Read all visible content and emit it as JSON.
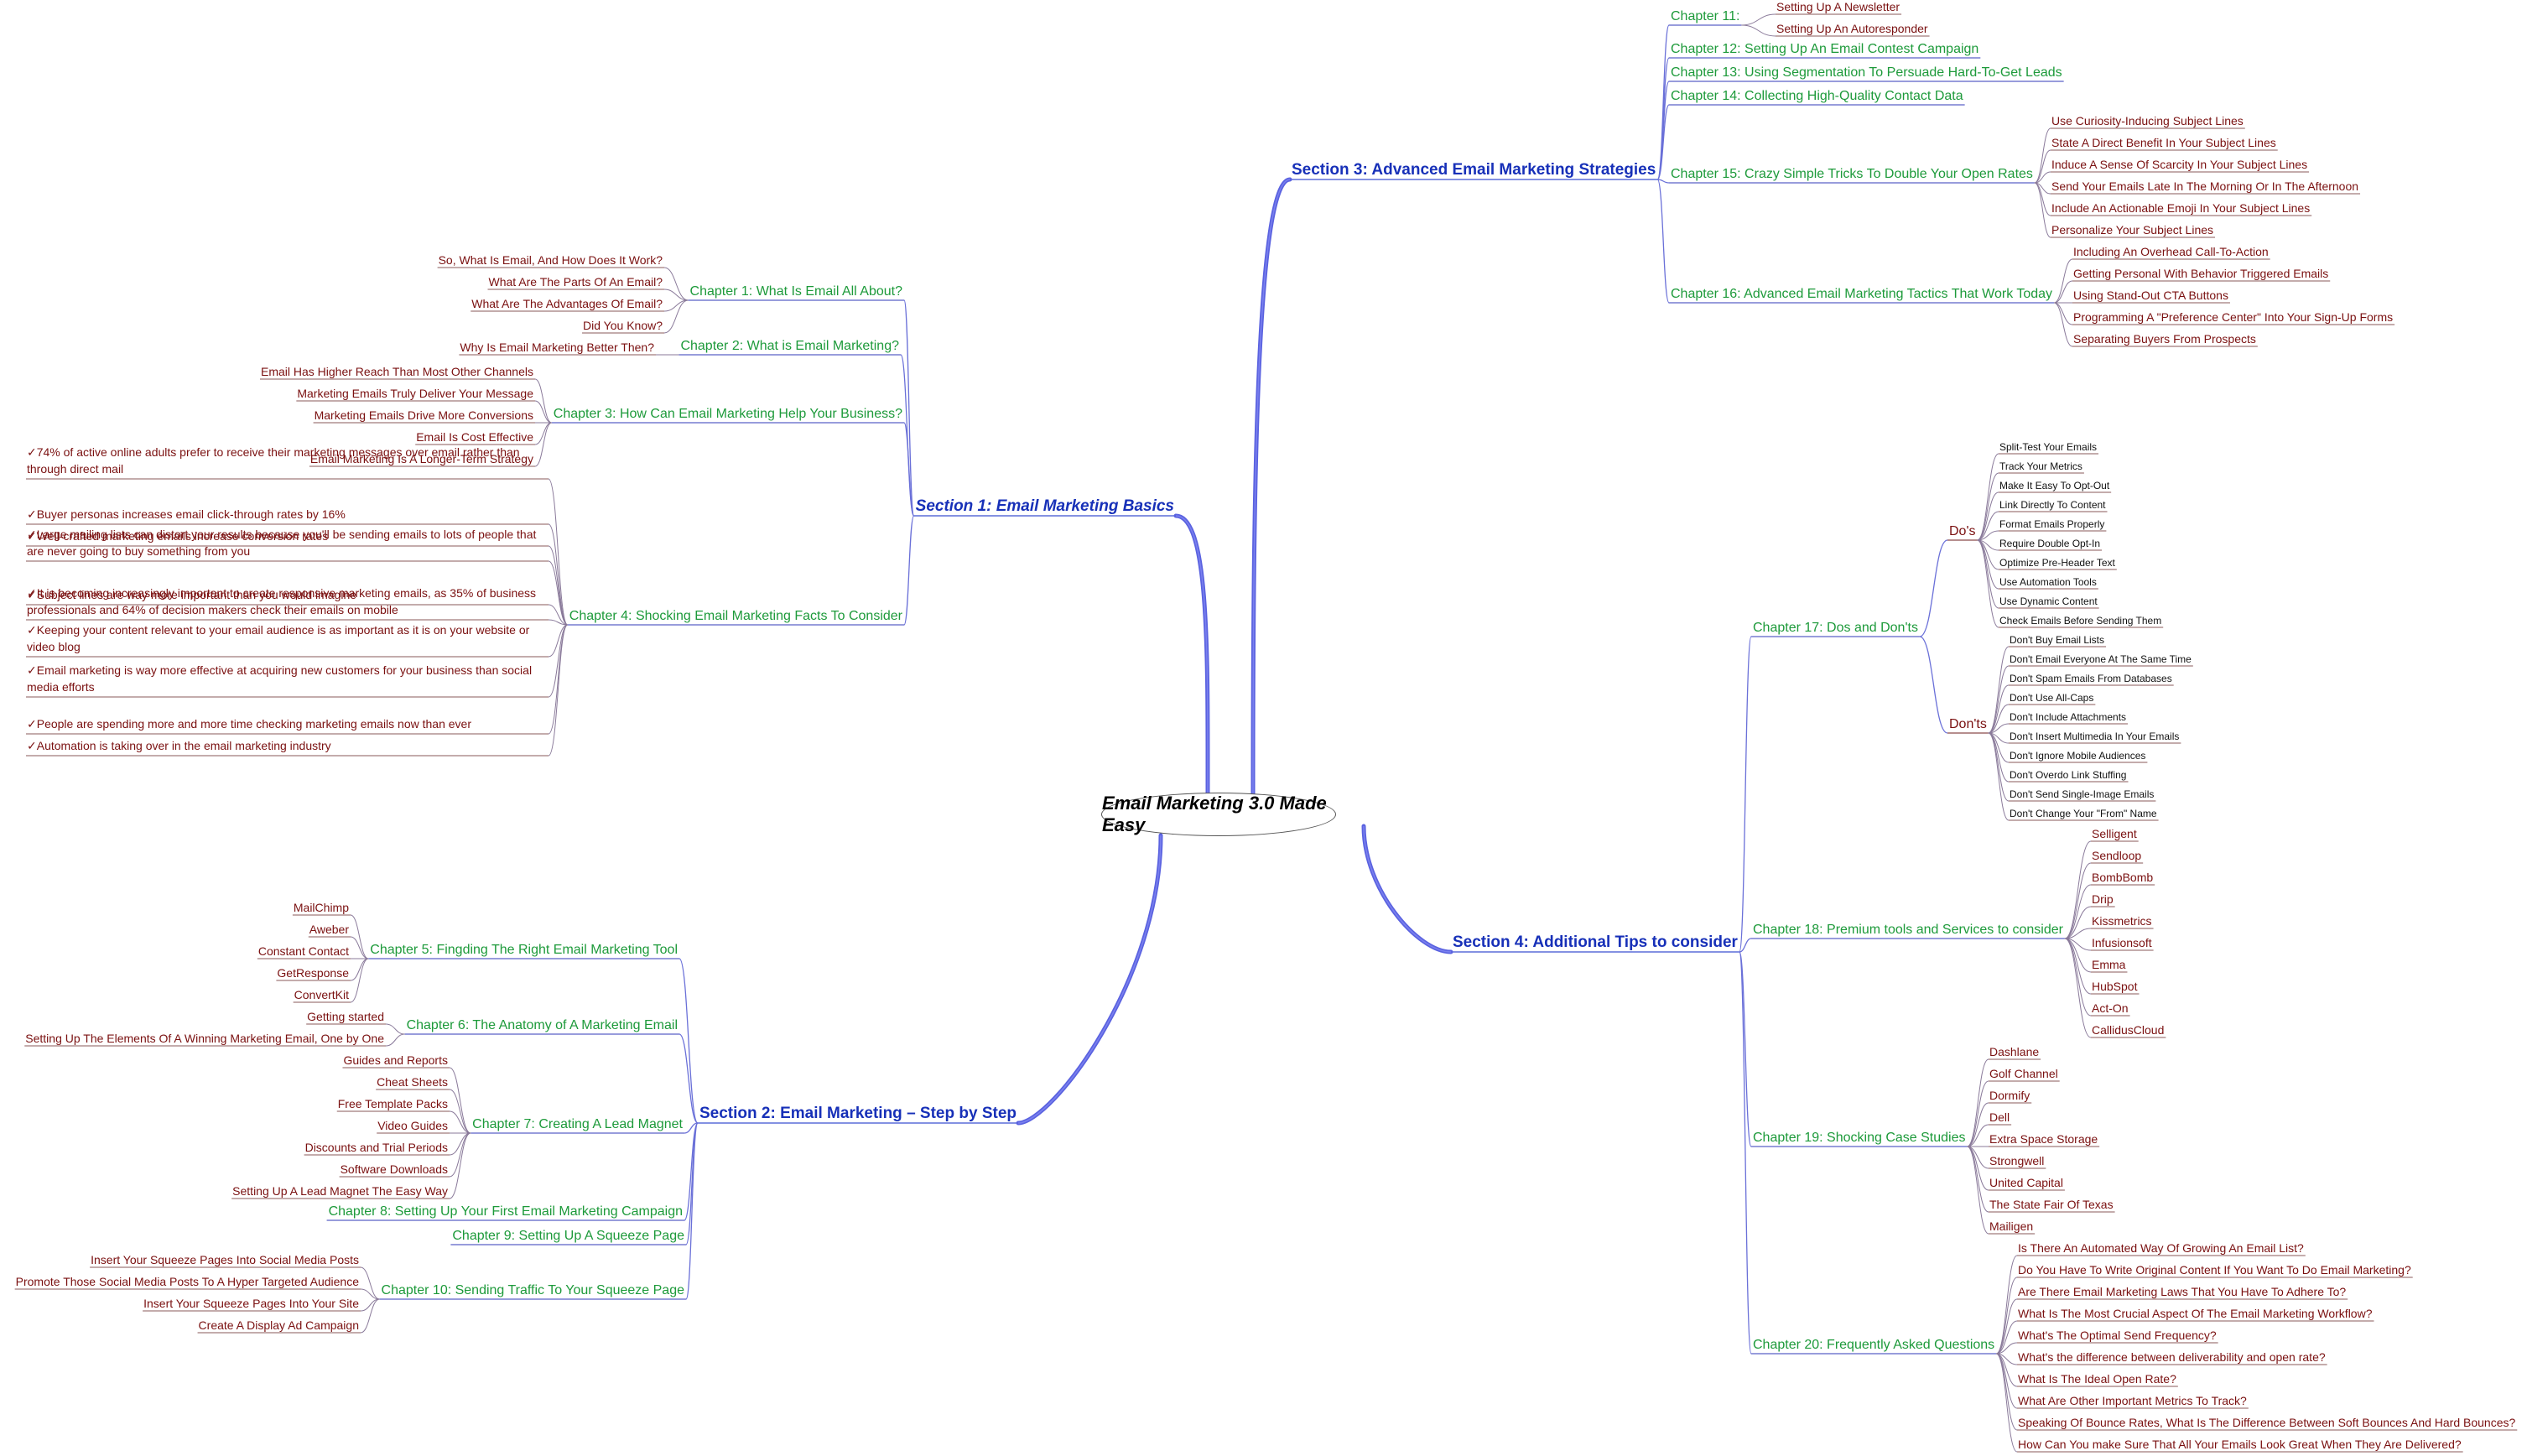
{
  "root": "Email Marketing 3.0 Made Easy",
  "s1": {
    "title": "Section 1: Email Marketing Basics",
    "c1": {
      "title": "Chapter 1: What Is Email All About?",
      "items": [
        "So, What Is Email, And How Does It Work?",
        "What Are The Parts Of An Email?",
        "What Are The Advantages Of Email?",
        "Did You Know?"
      ]
    },
    "c2": {
      "title": "Chapter 2: What is Email Marketing?",
      "items": [
        "Why Is Email Marketing Better Then?"
      ]
    },
    "c3": {
      "title": "Chapter 3: How Can Email Marketing Help Your Business?",
      "items": [
        "Email Has Higher Reach Than Most Other Channels",
        "Marketing Emails Truly Deliver Your Message",
        "Marketing Emails Drive More Conversions",
        "Email Is Cost Effective",
        "Email Marketing Is A Longer-Term Strategy"
      ]
    },
    "c4": {
      "title": "Chapter 4: Shocking Email Marketing Facts To Consider",
      "items": [
        "✓74% of active online adults prefer to receive their marketing messages over email rather than through direct mail",
        "✓Buyer personas increases email click-through rates by 16%",
        "✓Well-crafted marketing emails increase conversion rates",
        "✓Large mailing lists can distort your results because you'll be sending emails to lots of people that are never going to buy something from you",
        "✓Subject lines are way more important than you would imagine",
        "✓It is becoming increasingly important to create responsive marketing emails, as 35% of business professionals and 64% of decision makers check their emails on mobile",
        "✓Keeping your content relevant to your email audience is as important as it is on your website or video blog",
        "✓Email marketing is way more effective at acquiring new customers for your business than social media efforts",
        "✓People are spending more and more time checking marketing emails now than ever",
        "✓Automation is taking over in the email marketing industry"
      ]
    }
  },
  "s2": {
    "title": "Section 2: Email Marketing – Step by Step",
    "c5": {
      "title": "Chapter 5: Fingding The Right Email Marketing Tool",
      "items": [
        "MailChimp",
        "Aweber",
        "Constant Contact",
        "GetResponse",
        "ConvertKit"
      ]
    },
    "c6": {
      "title": "Chapter 6: The Anatomy of A Marketing Email",
      "items": [
        "Getting started",
        "Setting Up The Elements Of A Winning Marketing Email, One by One"
      ]
    },
    "c7": {
      "title": "Chapter 7: Creating A Lead Magnet",
      "items": [
        "Guides and Reports",
        "Cheat Sheets",
        "Free Template Packs",
        "Video Guides",
        "Discounts and Trial Periods",
        "Software Downloads",
        "Setting Up A Lead Magnet The Easy Way"
      ]
    },
    "c8": {
      "title": "Chapter 8: Setting Up Your First Email Marketing Campaign"
    },
    "c9": {
      "title": "Chapter 9: Setting Up A Squeeze Page"
    },
    "c10": {
      "title": "Chapter 10: Sending Traffic To Your Squeeze Page",
      "items": [
        "Insert Your Squeeze Pages Into Social Media Posts",
        "Promote Those Social Media Posts To A Hyper Targeted Audience",
        "Insert Your Squeeze Pages Into Your Site",
        "Create A Display Ad Campaign"
      ]
    }
  },
  "s3": {
    "title": "Section 3: Advanced Email Marketing Strategies",
    "c11": {
      "title": "Chapter 11:",
      "items": [
        "Setting Up A Newsletter",
        "Setting Up An Autoresponder"
      ]
    },
    "c12": {
      "title": "Chapter 12: Setting Up An Email Contest Campaign"
    },
    "c13": {
      "title": "Chapter 13: Using Segmentation To Persuade Hard-To-Get Leads"
    },
    "c14": {
      "title": "Chapter 14:  Collecting High-Quality Contact Data"
    },
    "c15": {
      "title": "Chapter 15: Crazy Simple Tricks To Double Your Open Rates",
      "items": [
        "Use Curiosity-Inducing Subject Lines",
        "State A Direct Benefit In Your Subject Lines",
        "Induce A Sense Of Scarcity In Your Subject Lines",
        "Send Your Emails Late In The Morning Or In The Afternoon",
        "Include An Actionable Emoji In Your Subject Lines",
        "Personalize Your Subject Lines"
      ]
    },
    "c16": {
      "title": "Chapter 16: Advanced Email Marketing Tactics That Work Today",
      "items": [
        "Including An Overhead Call-To-Action",
        "Getting Personal With Behavior Triggered Emails",
        "Using Stand-Out CTA Buttons",
        "Programming A \"Preference Center\" Into Your Sign-Up Forms",
        "Separating Buyers From Prospects"
      ]
    }
  },
  "s4": {
    "title": "Section 4: Additional Tips to consider",
    "c17": {
      "title": "Chapter 17: Dos and Don'ts",
      "dos": {
        "label": "Do's",
        "items": [
          "Split-Test Your Emails",
          "Track Your Metrics",
          "Make It Easy To Opt-Out",
          "Link Directly To Content",
          "Format Emails Properly",
          "Require Double Opt-In",
          "Optimize Pre-Header Text",
          "Use Automation Tools",
          "Use Dynamic Content",
          "Check Emails Before Sending Them"
        ]
      },
      "donts": {
        "label": "Don'ts",
        "items": [
          "Don't Buy Email Lists",
          "Don't Email Everyone At The Same Time",
          "Don't Spam Emails From Databases",
          "Don't Use All-Caps",
          "Don't Include Attachments",
          "Don't Insert Multimedia In Your Emails",
          "Don't Ignore Mobile Audiences",
          "Don't Overdo Link Stuffing",
          "Don't Send Single-Image Emails",
          "Don't Change Your \"From\" Name"
        ]
      }
    },
    "c18": {
      "title": "Chapter 18: Premium tools and Services to consider",
      "items": [
        "Selligent",
        "Sendloop",
        "BombBomb",
        "Drip",
        "Kissmetrics",
        "Infusionsoft",
        "Emma",
        "HubSpot",
        "Act-On",
        "CallidusCloud"
      ]
    },
    "c19": {
      "title": "Chapter 19: Shocking Case Studies",
      "items": [
        "Dashlane",
        "Golf Channel",
        "Dormify",
        "Dell",
        "Extra Space Storage",
        "Strongwell",
        "United Capital",
        "The State Fair Of Texas",
        "Mailigen"
      ]
    },
    "c20": {
      "title": "Chapter 20: Frequently Asked Questions",
      "items": [
        "Is There An Automated Way Of Growing An Email List?",
        "Do You Have To Write Original Content If You Want To Do Email Marketing?",
        "Are There Email Marketing Laws That You Have To Adhere To?",
        "What Is The Most Crucial Aspect Of The Email Marketing Workflow?",
        "What's The Optimal Send Frequency?",
        "What's the difference between deliverability and open rate?",
        "What Is The Ideal Open Rate?",
        "What Are Other Important Metrics To Track?",
        "Speaking Of Bounce Rates, What Is The Difference Between Soft Bounces And Hard Bounces?",
        "How Can You make Sure That All Your Emails Look Great When They Are Delivered?"
      ]
    }
  }
}
